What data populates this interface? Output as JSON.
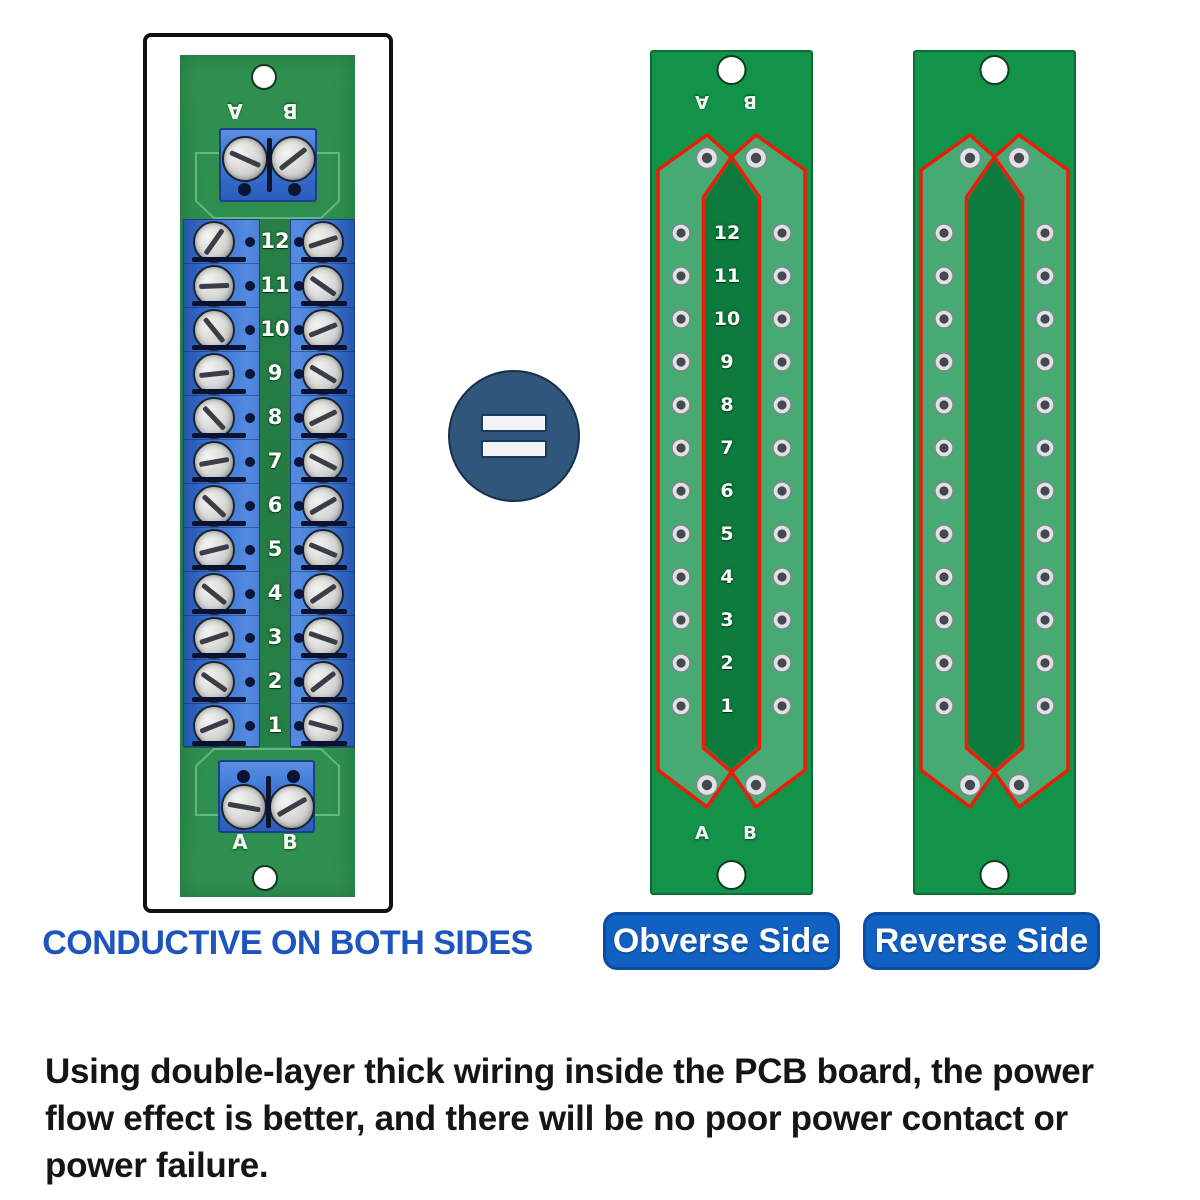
{
  "palette": {
    "pcb_photo_green": "#2E8D4E",
    "pcb_board_green": "#13924A",
    "pcb_center_strip_green": "#0C7B3D",
    "copper_trace_green": "#46AA72",
    "trace_outline_red": "#EE1C07",
    "terminal_block_blue": "#3A76D4",
    "badge_blue": "#1161C2",
    "caption_blue": "#1D54BD",
    "equals_circle_blue": "#31567B"
  },
  "left_panel": {
    "caption": "CONDUCTIVE ON BOTH SIDES",
    "top_label_a": "A",
    "top_label_b": "B",
    "bottom_label_a": "A",
    "bottom_label_b": "B"
  },
  "terminal_rows": [
    "12",
    "11",
    "10",
    "9",
    "8",
    "7",
    "6",
    "5",
    "4",
    "3",
    "2",
    "1"
  ],
  "obverse": {
    "button_label": "Obverse Side",
    "top_label_a": "A",
    "top_label_b": "B",
    "bottom_label_a": "A",
    "bottom_label_b": "B"
  },
  "reverse": {
    "button_label": "Reverse Side"
  },
  "paragraph": {
    "lines": [
      "Using double-layer thick wiring inside the PCB board, the power",
      "flow effect is better, and there will be no poor power contact or",
      "power failure."
    ]
  }
}
